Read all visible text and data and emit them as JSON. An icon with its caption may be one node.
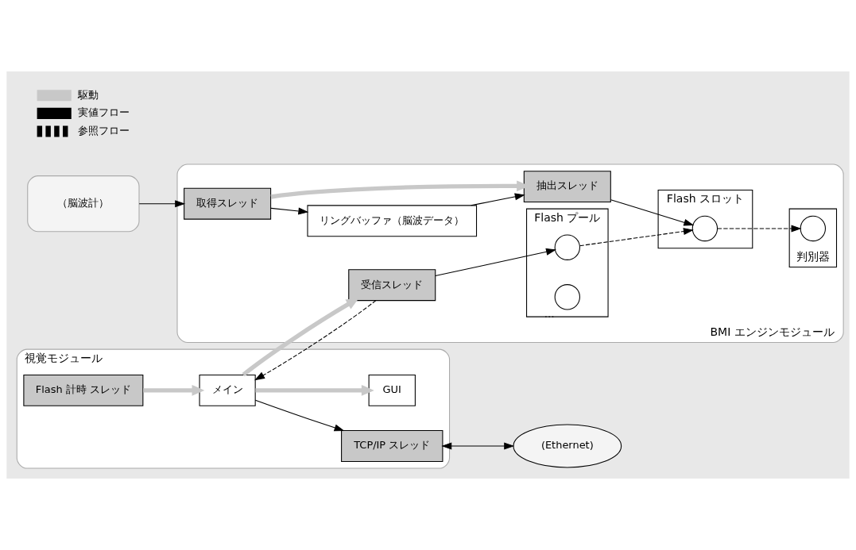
{
  "diagram": {
    "nodes": [
      {
        "text": [
          "視覚モジュール"
        ]
      },
      {
        "text": [
          "TCP/IP スレッド"
        ],
        "in": 0
      },
      {
        "text": [
          "Flash 計時 スレッド"
        ],
        "in": 0
      },
      {
        "text": [
          "メイン"
        ],
        "in": 0
      },
      {
        "text": [
          "GUI"
        ],
        "in": 0
      },
      {
        "text": [
          "(Ethernet)"
        ]
      },
      {
        "text": [
          "BMI エンジンモジュール"
        ]
      },
      {
        "text": [
          "受信スレッド"
        ],
        "in": 6
      },
      {
        "text": [
          "Flash プール"
        ],
        "in": 6
      },
      {
        "text": [],
        "shape": "circle",
        "in": 8
      },
      {
        "text": [],
        "shape": "circle",
        "in": 8,
        "beside": [
          "…"
        ]
      },
      {
        "text": [
          "Flash スロット"
        ],
        "in": 6
      },
      {
        "text": [],
        "shape": "circle",
        "in": 11
      },
      {
        "text": [
          "抽出スレッド"
        ],
        "in": 6
      },
      {
        "text": [
          "判別器"
        ],
        "in": 6
      },
      {
        "text": [],
        "shape": "circle",
        "in": 14
      },
      {
        "text": [
          "リングバッファ（脳波データ）"
        ],
        "in": 6
      },
      {
        "text": [
          "（脳波計）"
        ]
      },
      {
        "text": [
          "取得スレッド"
        ],
        "in": 6
      }
    ],
    "edges": [
      {
        "from": 1,
        "to": 5,
        "arrow": "both"
      },
      {
        "from": 3,
        "to": 1,
        "arrow": "to"
      },
      {
        "from": 2,
        "to": 3,
        "arrow": "to",
        "style": "thick",
        "color": "#c8c8c8"
      },
      {
        "from": 3,
        "to": 7,
        "arrow": "to",
        "style": "thick",
        "color": "#c8c8c8"
      },
      {
        "from": 7,
        "to": 3,
        "arrow": "to",
        "style": "dashed"
      },
      {
        "from": 3,
        "to": 4,
        "arrow": "to",
        "style": "thick",
        "color": "#c8c8c8"
      },
      {
        "from": 7,
        "to": 9,
        "arrow": "to"
      },
      {
        "from": 9,
        "to": 12,
        "arrow": "to",
        "style": "dashed"
      },
      {
        "from": 13,
        "to": 12,
        "arrow": "to"
      },
      {
        "from": 12,
        "to": 15,
        "arrow": "to",
        "style": "dashed"
      },
      {
        "from": 16,
        "to": 13,
        "arrow": "to"
      },
      {
        "from": 18,
        "to": 13,
        "arrow": "to",
        "style": "thick",
        "color": "#c8c8c8"
      },
      {
        "from": 18,
        "to": 16,
        "arrow": "to"
      },
      {
        "from": 17,
        "to": 18,
        "arrow": "to"
      }
    ],
    "legend": [
      {
        "text": "駆動"
      },
      {
        "text": "実値フロー"
      },
      {
        "text": "参照フロー"
      }
    ]
  }
}
